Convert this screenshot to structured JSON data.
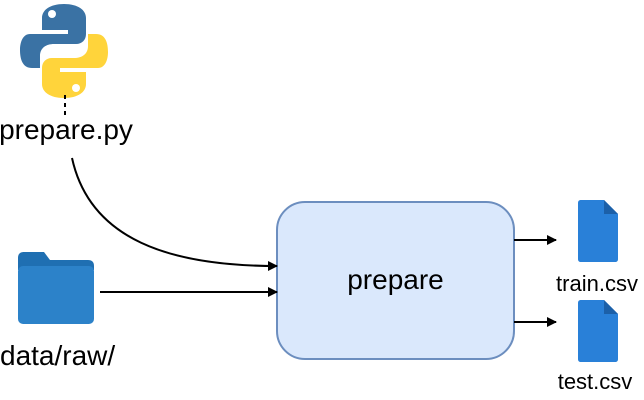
{
  "nodes": {
    "script": {
      "label": "prepare.py",
      "icon": "python-logo-icon"
    },
    "raw_folder": {
      "label": "data/raw/",
      "icon": "folder-icon"
    },
    "stage": {
      "label": "prepare"
    },
    "train": {
      "label": "train.csv",
      "icon": "file-icon"
    },
    "test": {
      "label": "test.csv",
      "icon": "file-icon"
    }
  },
  "edges": [
    {
      "from": "prepare.py",
      "to": "prepare"
    },
    {
      "from": "data/raw/",
      "to": "prepare"
    },
    {
      "from": "prepare",
      "to": "train.csv"
    },
    {
      "from": "prepare",
      "to": "test.csv"
    }
  ],
  "colors": {
    "python_blue": "#3A72A4",
    "python_yellow": "#FFD43B",
    "folder_blue": "#2C82C9",
    "folder_tab": "#1F6FB2",
    "file_blue": "#2980D8",
    "file_fold": "#1C60A8",
    "stage_fill": "#DAE8FC",
    "stage_stroke": "#6C8EBF",
    "edge": "#000000"
  }
}
